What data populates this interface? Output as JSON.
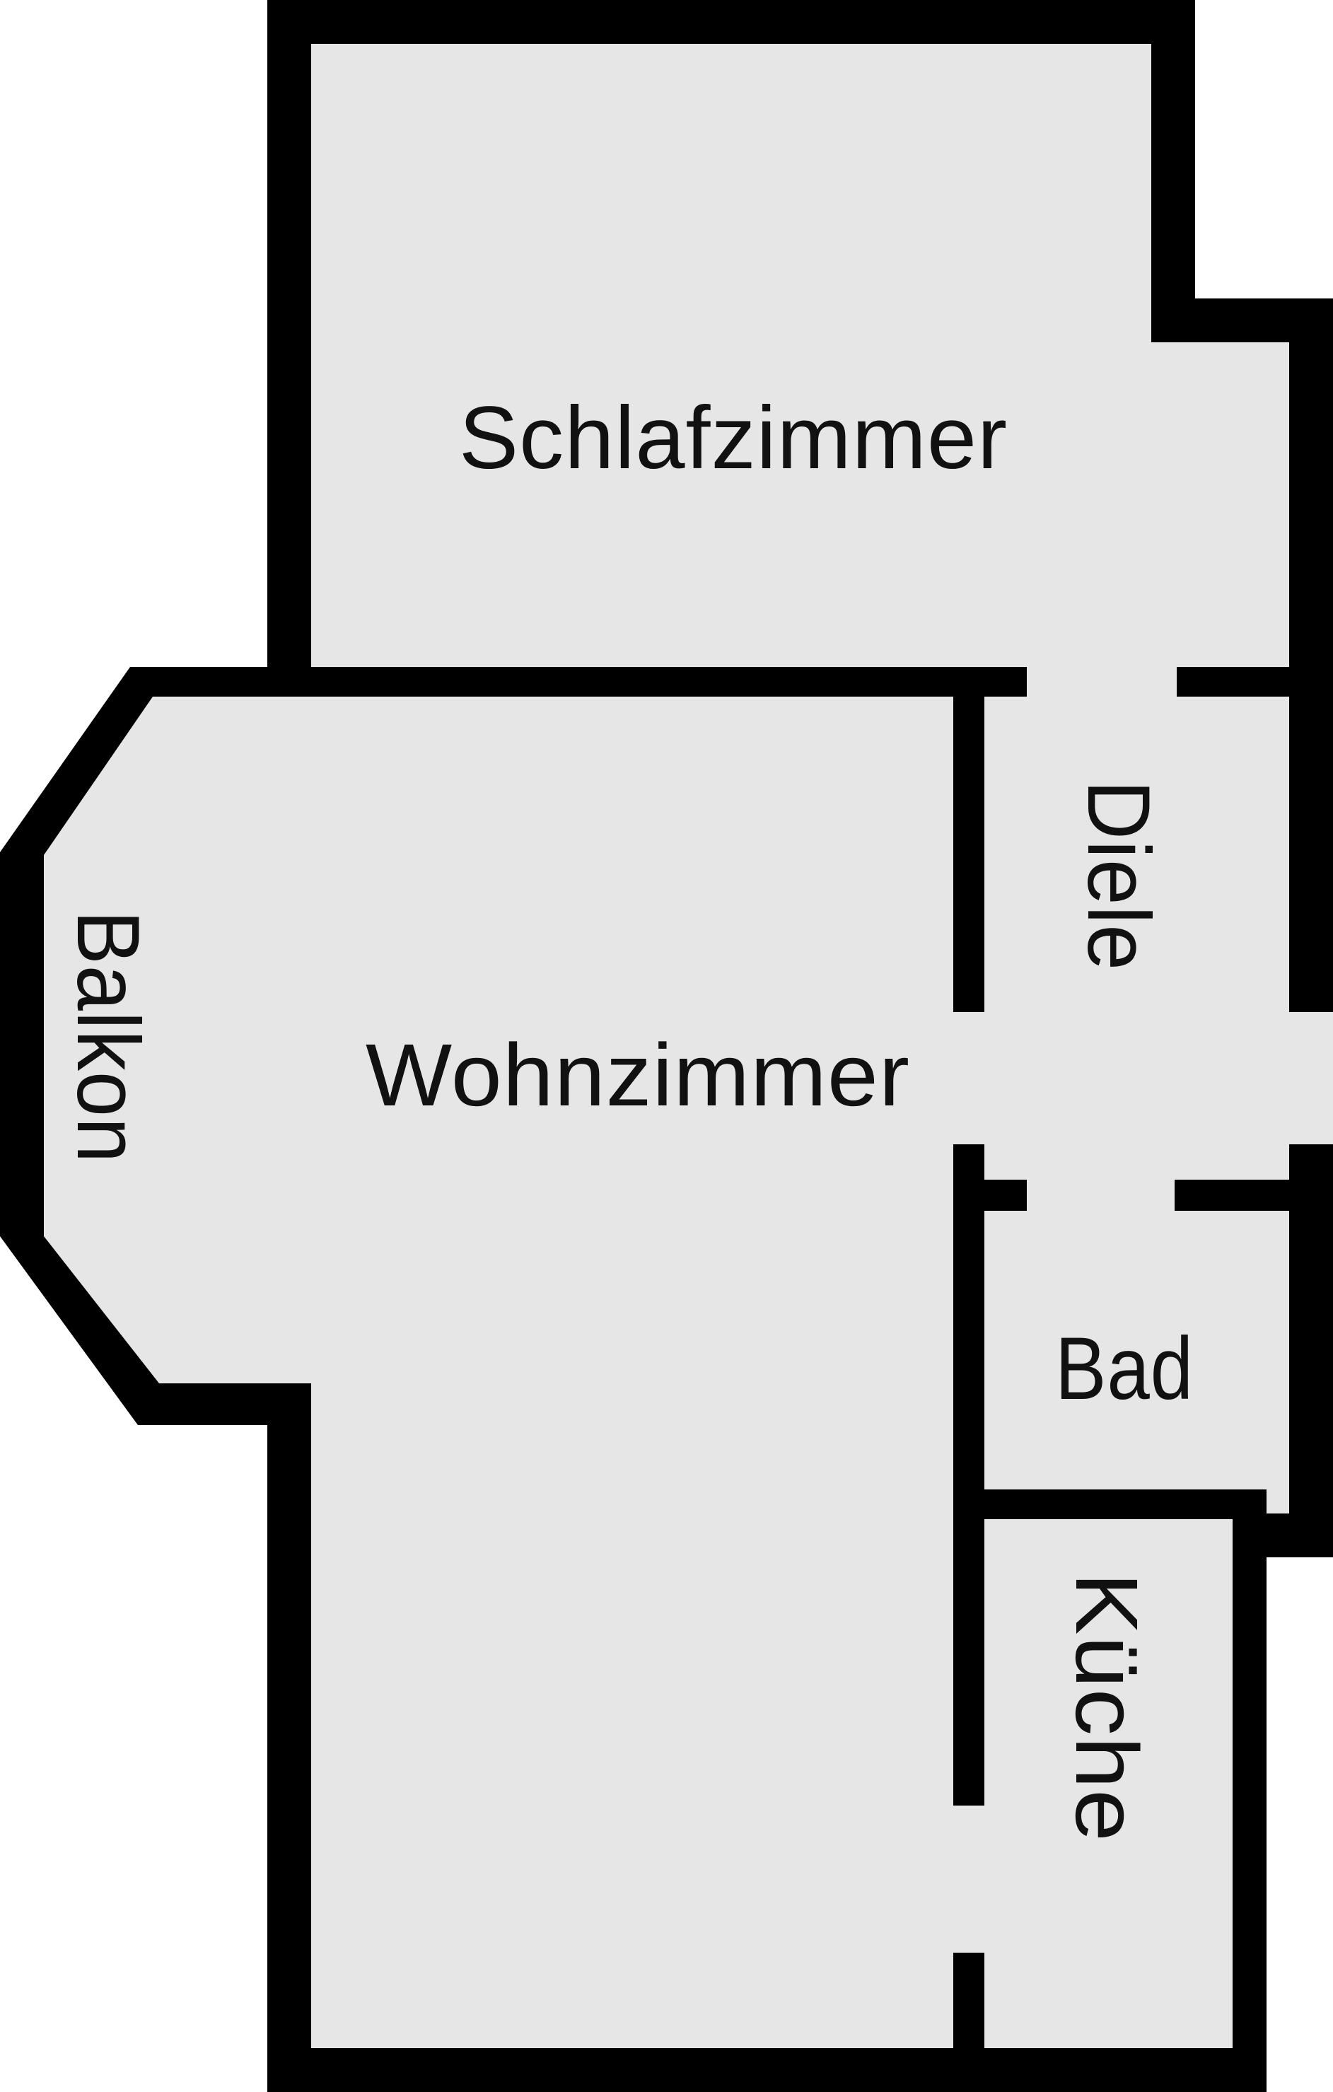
{
  "plan": {
    "type": "apartment-floor-plan",
    "language": "de"
  },
  "colors": {
    "background": "#ffffff",
    "wall": "#000000",
    "floor": "#e6e6e6",
    "label": "#111111"
  },
  "rooms": [
    {
      "id": "schlafzimmer",
      "label": "Schlafzimmer",
      "orientation": "horizontal"
    },
    {
      "id": "wohnzimmer",
      "label": "Wohnzimmer",
      "orientation": "horizontal"
    },
    {
      "id": "balkon",
      "label": "Balkon",
      "orientation": "vertical"
    },
    {
      "id": "diele",
      "label": "Diele",
      "orientation": "vertical"
    },
    {
      "id": "bad",
      "label": "Bad",
      "orientation": "horizontal"
    },
    {
      "id": "kueche",
      "label": "Küche",
      "orientation": "vertical"
    }
  ]
}
